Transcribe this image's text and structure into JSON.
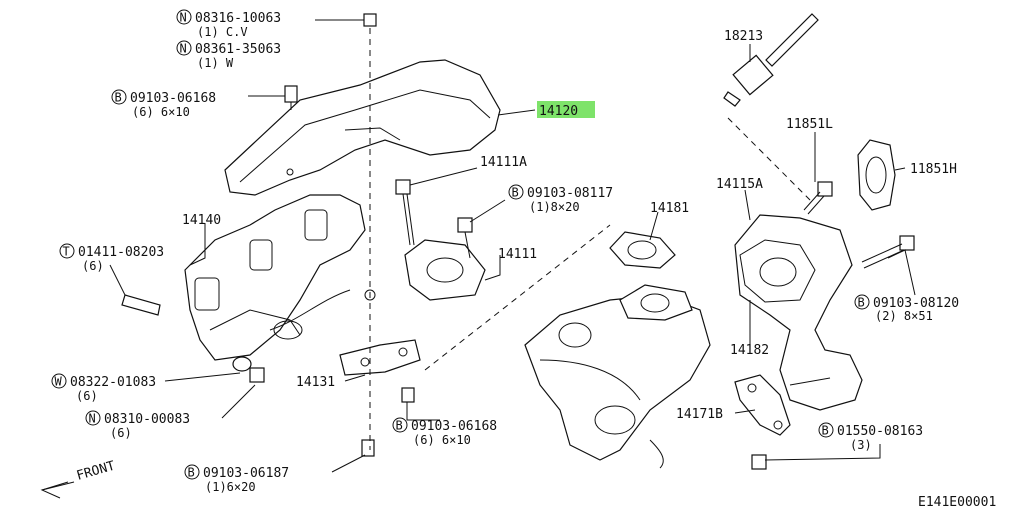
{
  "diagram_id": "E141E00001",
  "front_label": "FRONT",
  "highlight_color": "#7ee36a",
  "callouts": {
    "n08316": {
      "prefix": "N",
      "code": "08316-10063",
      "note": "(1) C.V"
    },
    "n08361": {
      "prefix": "N",
      "code": "08361-35063",
      "note": "(1) W"
    },
    "b09103a": {
      "prefix": "B",
      "code": "09103-06168",
      "note": "(6) 6×10"
    },
    "p14120": {
      "code": "14120"
    },
    "p14111a": {
      "code": "14111A"
    },
    "b09103b": {
      "prefix": "B",
      "code": "09103-08117",
      "note": "(1)8×20"
    },
    "p14140": {
      "code": "14140"
    },
    "t01411": {
      "prefix": "T",
      "code": "01411-08203",
      "note": "(6)"
    },
    "p14111": {
      "code": "14111"
    },
    "p14181": {
      "code": "14181"
    },
    "w08322": {
      "prefix": "W",
      "code": "08322-01083",
      "note": "(6)"
    },
    "n08310": {
      "prefix": "N",
      "code": "08310-00083",
      "note": "(6)"
    },
    "p14131": {
      "code": "14131"
    },
    "b09103c": {
      "prefix": "B",
      "code": "09103-06168",
      "note": "(6) 6×10"
    },
    "b09103d": {
      "prefix": "B",
      "code": "09103-06187",
      "note": "(1)6×20"
    },
    "p18213": {
      "code": "18213"
    },
    "p11851l": {
      "code": "11851L"
    },
    "p11851h": {
      "code": "11851H"
    },
    "p14115a": {
      "code": "14115A"
    },
    "b09103e": {
      "prefix": "B",
      "code": "09103-08120",
      "note": "(2) 8×51"
    },
    "p14182": {
      "code": "14182"
    },
    "p14171b": {
      "code": "14171B"
    },
    "b01550": {
      "prefix": "B",
      "code": "01550-08163",
      "note": "(3)"
    }
  }
}
